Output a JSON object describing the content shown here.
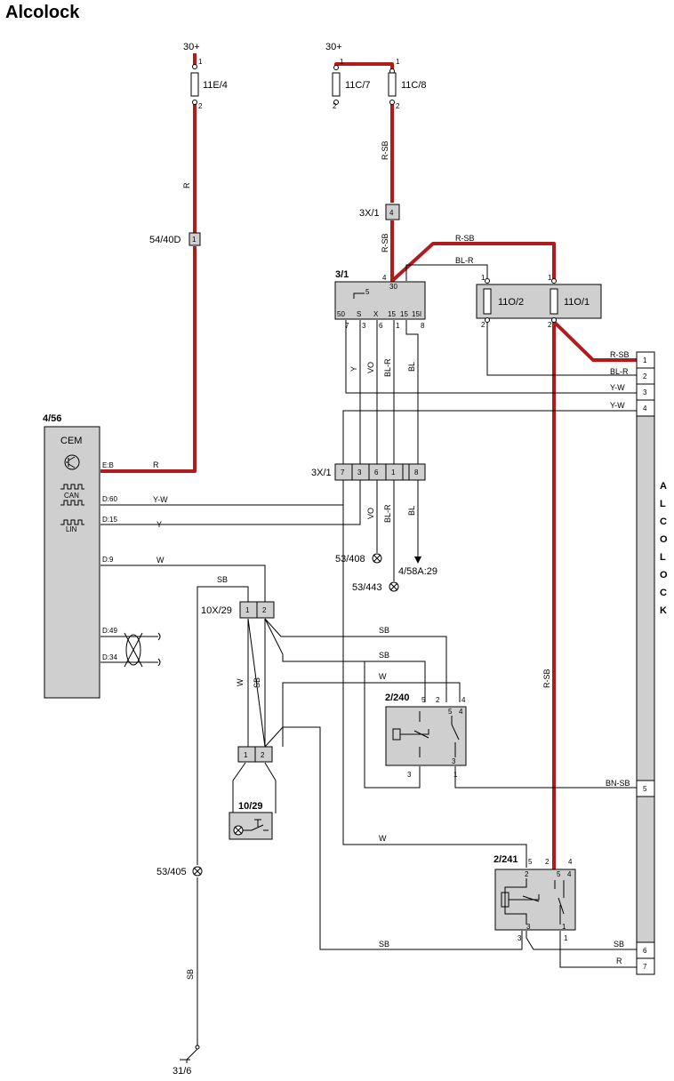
{
  "title": "Alcolock",
  "supply": {
    "left": "30+",
    "right": "30+"
  },
  "fuses": {
    "f11e4": {
      "name": "11E/4",
      "pin_top": "1",
      "pin_bottom": "2"
    },
    "f11c7": {
      "name": "11C/7",
      "pin_top": "1",
      "pin_bottom": "2"
    },
    "f11c8": {
      "name": "11C/8",
      "pin_top": "1",
      "pin_bottom": "2"
    },
    "f11o2": {
      "name": "11O/2",
      "pin_top": "1",
      "pin_bottom": "2"
    },
    "f11o1": {
      "name": "11O/1",
      "pin_top": "1",
      "pin_bottom": "2"
    }
  },
  "connectors": {
    "c54_40d": {
      "name": "54/40D",
      "pin": "1"
    },
    "c3x1_top": {
      "name": "3X/1",
      "pin": "4"
    },
    "c3x1_row": {
      "name": "3X/1",
      "pins": [
        "7",
        "3",
        "6",
        "1",
        "",
        "8"
      ]
    },
    "c10x29": {
      "name": "10X/29",
      "pins": [
        "1",
        "2"
      ]
    },
    "c10_29_pins": {
      "pins": [
        "1",
        "2"
      ]
    }
  },
  "switch_3_1": {
    "name": "3/1",
    "pin_30_num": "4",
    "pin_30": "30",
    "pin_5": "5",
    "terminals": [
      "50",
      "S",
      "X",
      "15",
      "15",
      "15I"
    ],
    "pins_below": [
      "7",
      "3",
      "6",
      "1",
      "8"
    ]
  },
  "cem": {
    "ref": "4/56",
    "name": "CEM",
    "can": "CAN",
    "lin": "LIN",
    "pins": [
      "E:B",
      "D:60",
      "D:15",
      "D:9",
      "D:49",
      "D:34"
    ]
  },
  "relay_2_240": {
    "name": "2/240",
    "pins_top": [
      "5",
      "2",
      "4"
    ],
    "pins_inner": [
      "5",
      "4"
    ],
    "pin_3_inner": "3",
    "pins_bottom": [
      "3",
      "1"
    ]
  },
  "relay_2_241": {
    "name": "2/241",
    "pins_top": [
      "5",
      "2",
      "4"
    ],
    "pins_inner": [
      "2",
      "5",
      "4"
    ],
    "pins_bottom": [
      "3",
      "1",
      "3"
    ],
    "pin_3_bottom": "3"
  },
  "lamp_10_29": {
    "name": "10/29"
  },
  "alcolock": {
    "letters": [
      "A",
      "L",
      "C",
      "O",
      "L",
      "O",
      "C",
      "K"
    ],
    "pins": [
      "1",
      "2",
      "3",
      "4",
      "5",
      "6",
      "7"
    ]
  },
  "grounds": {
    "g53_408": "53/408",
    "g53_443": "53/443",
    "g53_405": "53/405",
    "g4_58a": "4/58A:29",
    "g31_6": "31/6"
  },
  "wire_colors": {
    "r": "R",
    "r_sb": "R-SB",
    "bl_r": "BL-R",
    "y_w": "Y-W",
    "y": "Y",
    "w": "W",
    "sb": "SB",
    "vo": "VO",
    "bl": "BL",
    "bn_sb": "BN-SB"
  },
  "colors": {
    "power": "#b01c1c",
    "component": "#cfcfcf"
  }
}
